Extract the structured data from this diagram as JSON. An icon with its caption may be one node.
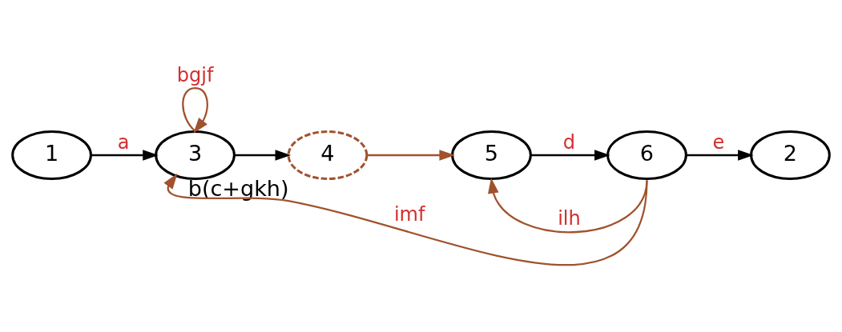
{
  "diagram": {
    "nodes": [
      {
        "text": [
          "1"
        ]
      },
      {
        "text": [
          "3"
        ]
      },
      {
        "text": [
          "4"
        ],
        "beside": [
          "b(c+gkh)"
        ]
      },
      {
        "text": [
          "5"
        ]
      },
      {
        "text": [
          "6"
        ]
      },
      {
        "text": [
          "2"
        ]
      }
    ],
    "edges": [
      {
        "from": 0,
        "to": 1,
        "arrow": "to",
        "label": "a"
      },
      {
        "from": 1,
        "to": 1,
        "arrow": "to",
        "label": "bgjf",
        "color": "#a0522d"
      },
      {
        "from": 1,
        "to": 2,
        "arrow": "to"
      },
      {
        "from": 2,
        "to": 3,
        "arrow": "to",
        "color": "#a0522d"
      },
      {
        "from": 3,
        "to": 4,
        "arrow": "to",
        "label": "d"
      },
      {
        "from": 4,
        "to": 5,
        "arrow": "to",
        "label": "e"
      },
      {
        "from": 4,
        "to": 3,
        "arrow": "to",
        "label": "ilh",
        "color": "#a0522d"
      },
      {
        "from": 4,
        "to": 1,
        "arrow": "to",
        "label": "imf",
        "color": "#a0522d"
      }
    ]
  }
}
